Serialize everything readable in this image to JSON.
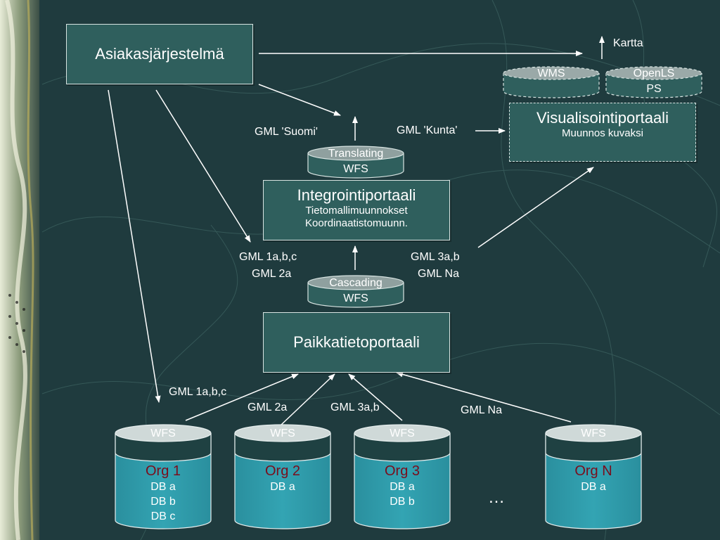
{
  "asiakas": {
    "title": "Asiakasjärjestelmä"
  },
  "kartta": "Kartta",
  "wms": "WMS",
  "openls": {
    "line1": "OpenLS",
    "line2": "PS"
  },
  "visualisointi": {
    "title": "Visualisointiportaali",
    "subtitle": "Muunnos kuvaksi"
  },
  "translating": {
    "line1": "Translating",
    "line2": "WFS"
  },
  "integrointi": {
    "title": "Integrointiportaali",
    "line1": "Tietomallimuunnokset",
    "line2": "Koordinaatistomuunn."
  },
  "cascading": {
    "line1": "Cascading",
    "line2": "WFS"
  },
  "paikkatieto": {
    "title": "Paikkatietoportaali"
  },
  "labels": {
    "gml_suomi": "GML 'Suomi'",
    "gml_kunta": "GML 'Kunta'",
    "gml_1abc_a": "GML 1a,b,c",
    "gml_2a_a": "GML 2a",
    "gml_3ab_a": "GML 3a,b",
    "gml_na_a": "GML Na",
    "gml_1abc_b": "GML 1a,b,c",
    "gml_2a_b": "GML 2a",
    "gml_3ab_b": "GML 3a,b",
    "gml_na_b": "GML Na"
  },
  "orgs": [
    {
      "wfs": "WFS",
      "name": "Org 1",
      "dbs": [
        "DB a",
        "DB b",
        "DB c"
      ]
    },
    {
      "wfs": "WFS",
      "name": "Org 2",
      "dbs": [
        "DB a"
      ]
    },
    {
      "wfs": "WFS",
      "name": "Org 3",
      "dbs": [
        "DB a",
        "DB b"
      ]
    },
    {
      "wfs": "WFS",
      "name": "Org N",
      "dbs": [
        "DB a"
      ]
    }
  ],
  "ellipsis": "…",
  "colors": {
    "background": "#1f3b3e",
    "box": "#2f5f5d",
    "cylinder_body": "#2e99a8",
    "cylinder_top": "#cfd9d8",
    "org_name": "#7a0d1c"
  }
}
